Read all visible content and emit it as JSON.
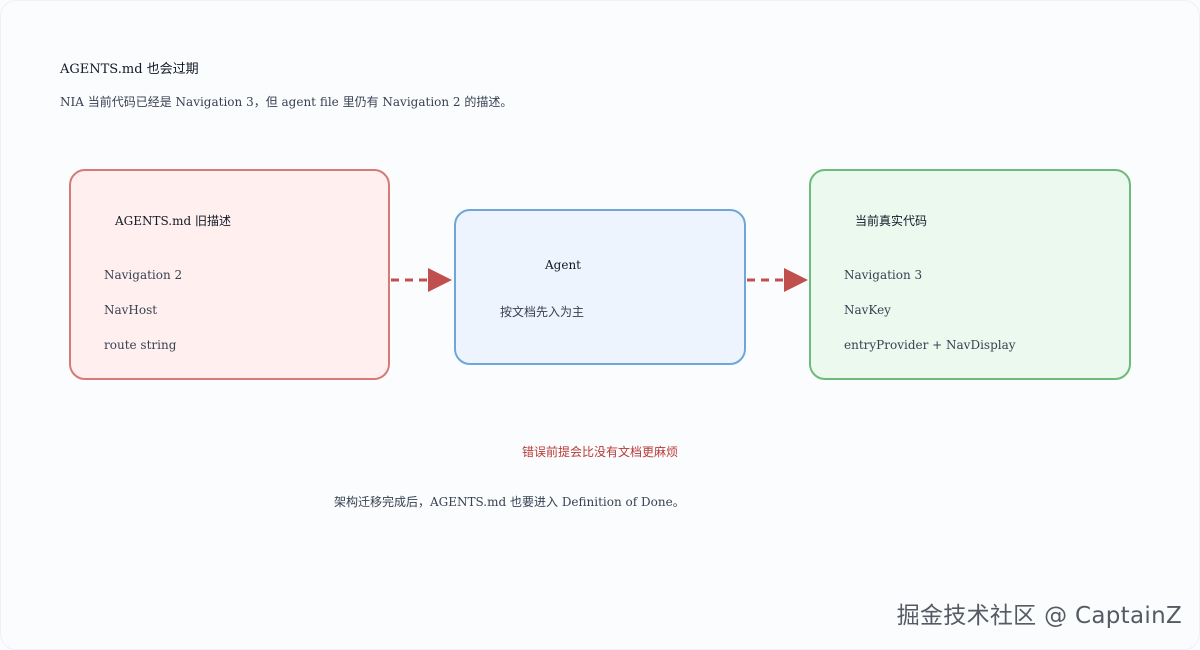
{
  "header": {
    "title": "AGENTS.md 也会过期",
    "subtitle": "NIA 当前代码已经是 Navigation 3，但 agent file 里仍有 Navigation 2 的描述。"
  },
  "nodes": {
    "old_doc": {
      "title": "AGENTS.md 旧描述",
      "items": [
        "Navigation 2",
        "NavHost",
        "route string"
      ],
      "fill": "#fff0ef",
      "stroke": "#d57a76"
    },
    "agent": {
      "title": "Agent",
      "items": [
        "按文档先入为主"
      ],
      "fill": "#eef4fd",
      "stroke": "#6ea6d8"
    },
    "current_code": {
      "title": "当前真实代码",
      "items": [
        "Navigation 3",
        "NavKey",
        "entryProvider + NavDisplay"
      ],
      "fill": "#ecf9ef",
      "stroke": "#6dbb78"
    }
  },
  "edges": [
    {
      "from": "old_doc",
      "to": "agent",
      "style": "dashed",
      "color": "#c0504d"
    },
    {
      "from": "agent",
      "to": "current_code",
      "style": "dashed",
      "color": "#c0504d"
    }
  ],
  "warning": "错误前提会比没有文档更麻烦",
  "footer_note": "架构迁移完成后，AGENTS.md 也要进入 Definition of Done。",
  "watermark": "掘金技术社区 @ CaptainZ"
}
